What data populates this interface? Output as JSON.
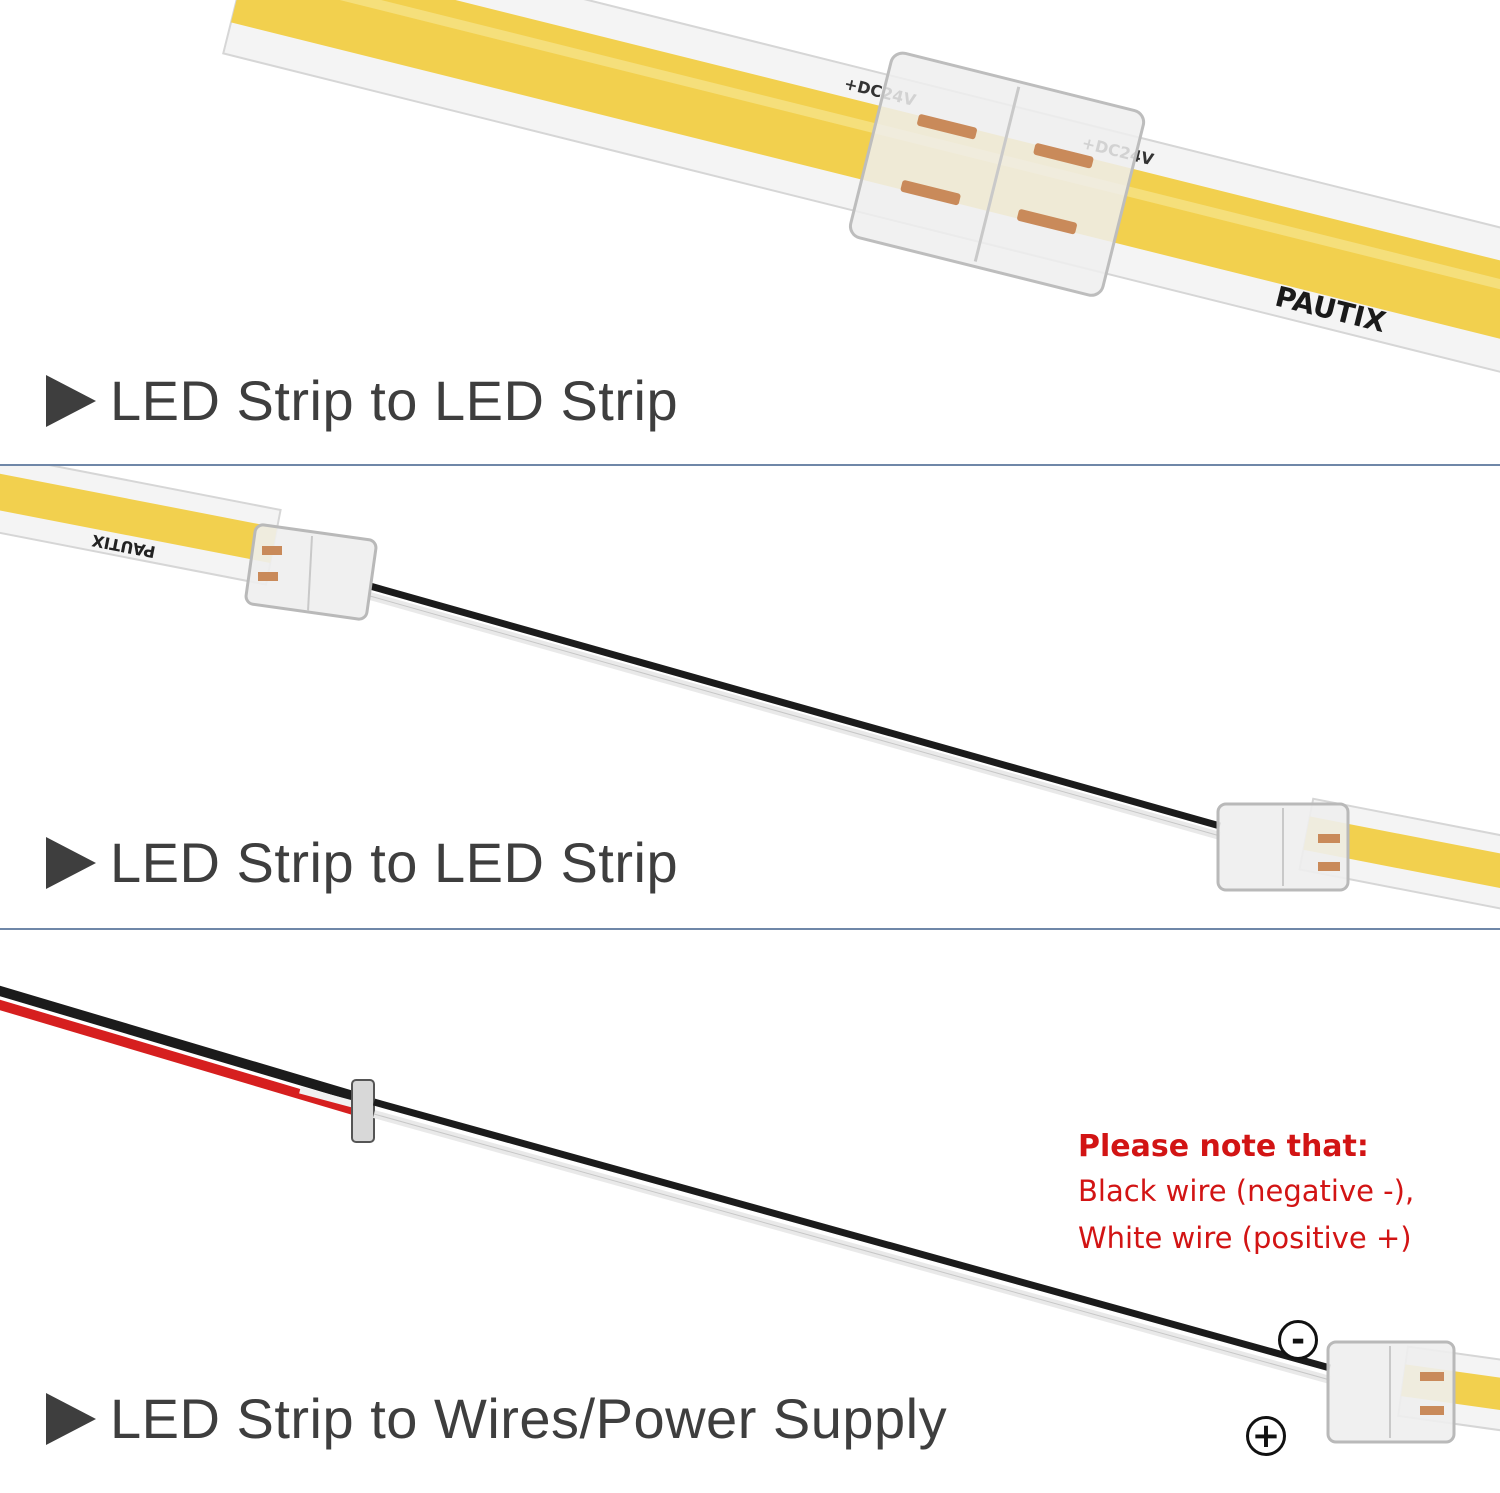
{
  "panels": [
    {
      "caption": "LED Strip to LED Strip",
      "strip_brand": "PAUTIX",
      "strip_markings": [
        "+DC24V",
        "+DC24V"
      ]
    },
    {
      "caption": "LED Strip to LED Strip",
      "strip_brand": "PAUTIX"
    },
    {
      "caption": "LED Strip to Wires/Power Supply"
    }
  ],
  "note": {
    "title": "Please note that:",
    "lines": [
      "Black wire (negative -),",
      "White wire (positive +)"
    ]
  },
  "polarity": {
    "negative": "-",
    "positive": "+"
  },
  "colors": {
    "caption_text": "#3e3e3e",
    "note_text": "#d21414",
    "led_yellow": "#f2d04e",
    "divider": "#6f87a8",
    "red_wire": "#d61f1f",
    "black_wire": "#1b1b1b"
  },
  "icons": [
    "play-triangle-icon",
    "minus-circle-icon",
    "plus-circle-icon"
  ]
}
